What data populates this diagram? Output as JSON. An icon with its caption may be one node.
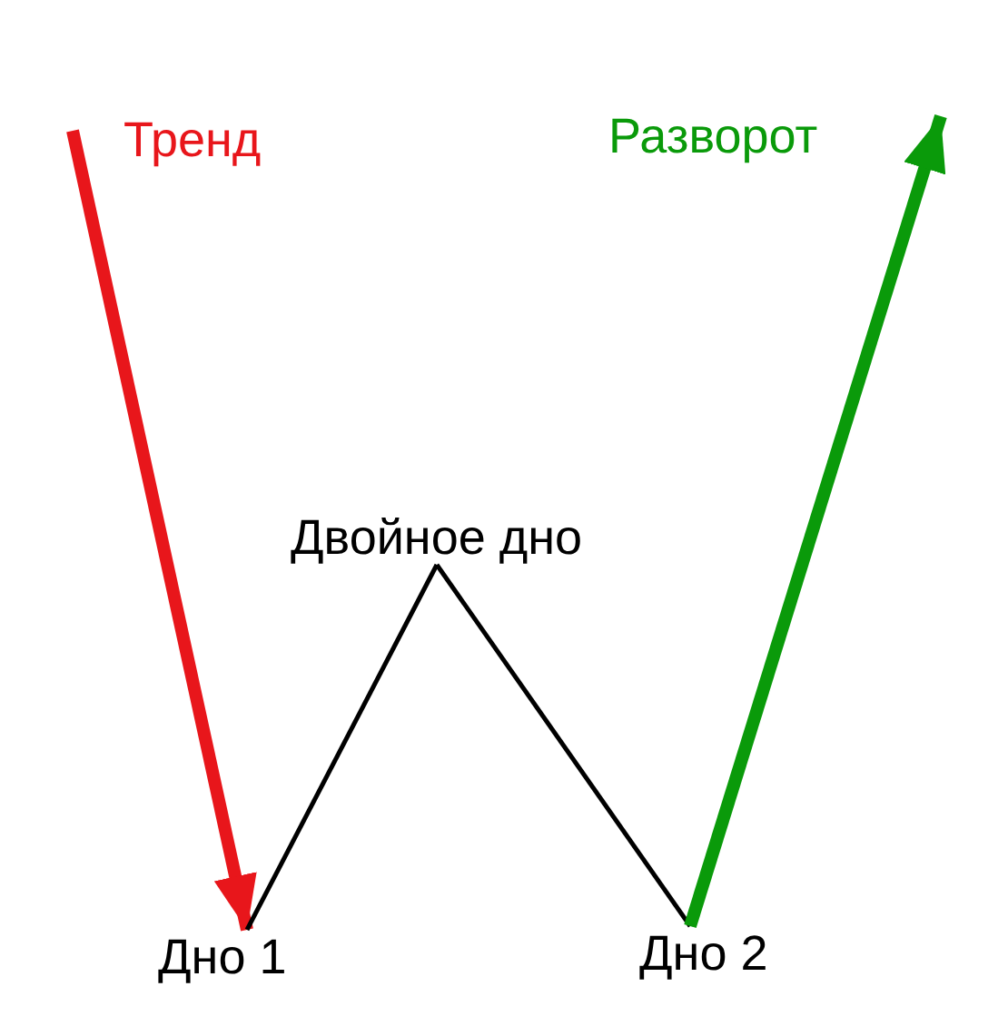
{
  "diagram": {
    "nodes": [
      {
        "text": [
          "Тренд"
        ]
      },
      {
        "text": [
          "Разворот"
        ]
      },
      {
        "text": [
          "Двойное дно"
        ]
      },
      {
        "text": [
          "Дно 1"
        ]
      },
      {
        "text": [
          "Дно 2"
        ]
      }
    ],
    "edges": [
      {
        "from": null,
        "to": 3,
        "arrow": "to",
        "style": "thick",
        "color": "#e8161b"
      },
      {
        "from": 3,
        "to": 2,
        "arrow": "none"
      },
      {
        "from": 2,
        "to": 4,
        "arrow": "none"
      },
      {
        "from": 4,
        "to": null,
        "arrow": "to",
        "style": "thick",
        "color": "#0a9a0a"
      }
    ]
  }
}
